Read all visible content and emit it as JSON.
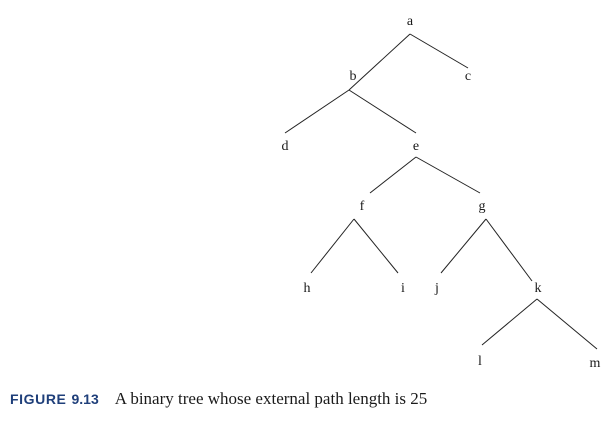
{
  "caption": {
    "label": "FIGURE",
    "number": "9.13",
    "text": "A binary tree whose external path length is 25"
  },
  "tree": {
    "nodes": [
      {
        "id": "a",
        "label": "a"
      },
      {
        "id": "b",
        "label": "b"
      },
      {
        "id": "c",
        "label": "c"
      },
      {
        "id": "d",
        "label": "d"
      },
      {
        "id": "e",
        "label": "e"
      },
      {
        "id": "f",
        "label": "f"
      },
      {
        "id": "g",
        "label": "g"
      },
      {
        "id": "h",
        "label": "h"
      },
      {
        "id": "i",
        "label": "i"
      },
      {
        "id": "j",
        "label": "j"
      },
      {
        "id": "k",
        "label": "k"
      },
      {
        "id": "l",
        "label": "l"
      },
      {
        "id": "m",
        "label": "m"
      }
    ],
    "edges": [
      [
        "a",
        "b"
      ],
      [
        "a",
        "c"
      ],
      [
        "b",
        "d"
      ],
      [
        "b",
        "e"
      ],
      [
        "e",
        "f"
      ],
      [
        "e",
        "g"
      ],
      [
        "f",
        "h"
      ],
      [
        "f",
        "i"
      ],
      [
        "g",
        "j"
      ],
      [
        "g",
        "k"
      ],
      [
        "k",
        "l"
      ],
      [
        "k",
        "m"
      ]
    ]
  },
  "colors": {
    "caption_label": "#1f3f7a",
    "text": "#1a1a1a",
    "edge": "#222222"
  }
}
